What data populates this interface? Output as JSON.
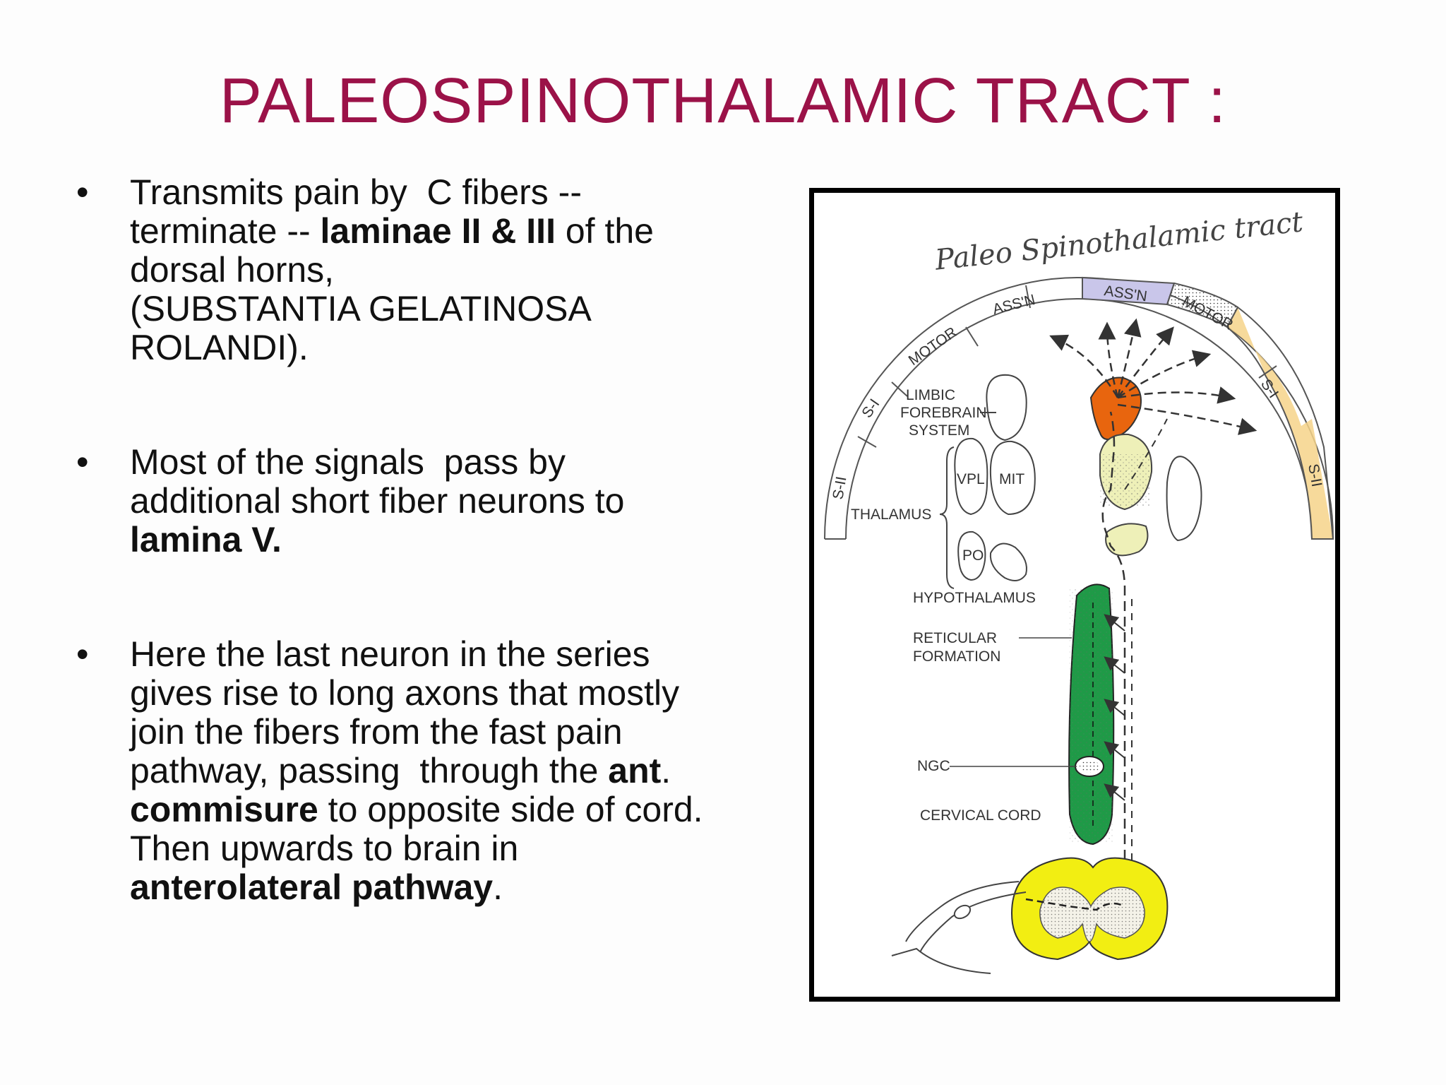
{
  "title": "PALEOSPINOTHALAMIC TRACT :",
  "bullets": [
    {
      "lines": [
        [
          {
            "t": "Transmits pain by  C fibers --"
          }
        ],
        [
          {
            "t": "terminate -- "
          },
          {
            "t": "laminae II & III",
            "b": true
          },
          {
            "t": " of the"
          }
        ],
        [
          {
            "t": "dorsal horns,"
          }
        ],
        [
          {
            "t": "(SUBSTANTIA GELATINOSA"
          }
        ],
        [
          {
            "t": "ROLANDI)."
          }
        ]
      ]
    },
    {
      "lines": [
        [
          {
            "t": "Most of the signals  pass by"
          }
        ],
        [
          {
            "t": "additional short fiber neurons to"
          }
        ],
        [
          {
            "t": "lamina V.",
            "b": true
          }
        ]
      ]
    },
    {
      "lines": [
        [
          {
            "t": "Here the last neuron in the series"
          }
        ],
        [
          {
            "t": "gives rise to long axons that mostly"
          }
        ],
        [
          {
            "t": "join the fibers from the fast pain"
          }
        ],
        [
          {
            "t": "pathway, passing  through the "
          },
          {
            "t": "ant",
            "b": true
          },
          {
            "t": "."
          }
        ],
        [
          {
            "t": "commisure",
            "b": true
          },
          {
            "t": " to opposite side of cord."
          }
        ],
        [
          {
            "t": "Then upwards to brain in"
          }
        ],
        [
          {
            "t": "anterolateral pathway",
            "b": true
          },
          {
            "t": "."
          }
        ]
      ]
    }
  ],
  "bullet_symbol": "•",
  "figure": {
    "title": "Paleo Spinothalamic tract",
    "labels": {
      "ass_n_left": "ASS'N",
      "ass_n_right": "ASS'N",
      "motor_left": "MOTOR",
      "motor_right": "MOTOR",
      "s1_left": "S-I",
      "s1_right": "S-I",
      "s2_left": "S-II",
      "s2_right": "S-II",
      "limbic": "LIMBIC",
      "forebrain": "FOREBRAIN",
      "system": "SYSTEM",
      "vpl": "VPL",
      "mit": "MIT",
      "thalamus": "THALAMUS",
      "po": "PO",
      "hypothalamus": "HYPOTHALAMUS",
      "reticular": "RETICULAR",
      "formation": "FORMATION",
      "ngc": "NGC",
      "cervical_cord": "CERVICAL CORD"
    },
    "colors": {
      "green": "#1f9a47",
      "orange": "#e8650e",
      "yellow": "#f2ee12",
      "lavender": "#c9c6ea",
      "tan": "#f6d48a",
      "pale_yellow": "#eef0b8"
    }
  }
}
